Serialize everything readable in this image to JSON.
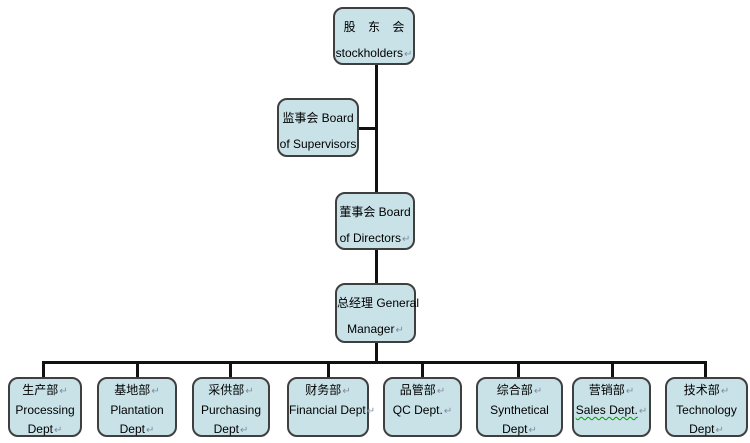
{
  "colors": {
    "node_fill": "#c8e2e8",
    "node_border": "#3f3f3f",
    "line": "#111111",
    "return_mark": "#7e8ca2",
    "spellcheck": "#009900",
    "text": "#000000"
  },
  "glyphs": {
    "return_mark": "↵"
  },
  "nodes": {
    "stockholders": {
      "line1": "股 东 会",
      "line2": "stockholders"
    },
    "supervisors": {
      "line1": "监事会 Board",
      "line2": "of Supervisors"
    },
    "directors": {
      "line1": "董事会 Board",
      "line2": "of Directors"
    },
    "general_manager": {
      "line1": "总经理 General",
      "line2": "Manager"
    }
  },
  "departments": [
    {
      "zh": "生产部",
      "en1": "Processing",
      "en2": "Dept"
    },
    {
      "zh": "基地部",
      "en1": "Plantation",
      "en2": "Dept"
    },
    {
      "zh": "采供部",
      "en1": "Purchasing",
      "en2": "Dept"
    },
    {
      "zh": "财务部",
      "en1": "Financial Dept"
    },
    {
      "zh": "品管部",
      "en1": "QC Dept."
    },
    {
      "zh": "综合部",
      "en1": "Synthetical",
      "en2": "Dept"
    },
    {
      "zh": "营销部",
      "en1": "Sales Dept."
    },
    {
      "zh": "技术部",
      "en1": "Technology",
      "en2": "Dept"
    }
  ]
}
